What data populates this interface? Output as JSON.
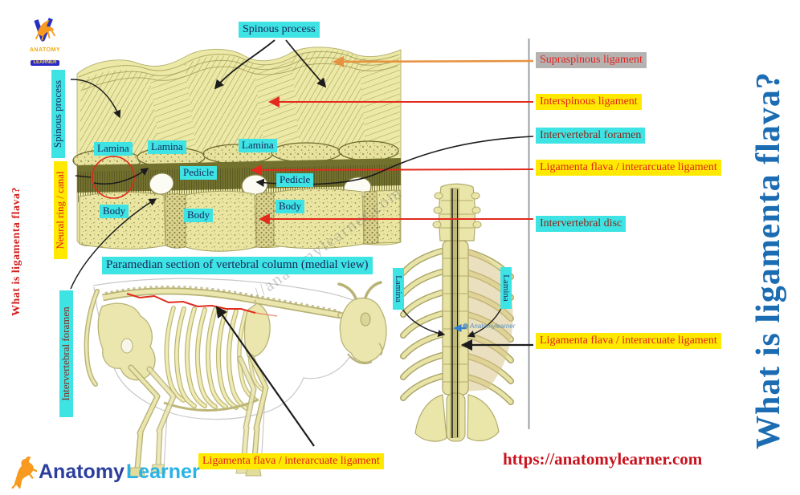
{
  "title": {
    "right_vertical": "What is ligamenta flava?",
    "left_vertical": "What is ligamenta flava?"
  },
  "logos": {
    "top_line1": "ANATOMY",
    "top_line2": "LEARNER",
    "bottom_part1": "Anatomy",
    "bottom_part2": "Learner"
  },
  "section_diagram": {
    "top_label": "Spinous process",
    "caption": "Paramedian section of vertebral column (medial view)",
    "lamina": "Lamina",
    "pedicle": "Pedicle",
    "body": "Body"
  },
  "left_rail": {
    "spinous_process": "Spinous process",
    "neural_ring_canal": "Neural ring / canal",
    "intervertebral_foramen": "Intervertebral foramen"
  },
  "right_rail": [
    {
      "text": "Supraspinous ligament",
      "bg": "#B5B2B2"
    },
    {
      "text": "Interspinous ligament",
      "bg": "#FFE900"
    },
    {
      "text": "Intervertebral foramen",
      "bg": "#3EE3E3"
    },
    {
      "text": "Ligamenta flava / interarcuate ligament",
      "bg": "#FFE900"
    },
    {
      "text": "Intervertebral disc",
      "bg": "#3EE3E3"
    },
    {
      "text": "Ligamenta flava / interarcuate ligament",
      "bg": "#FFE900"
    }
  ],
  "dorsal_diagram": {
    "lamina_left": "Lamina",
    "lamina_right": "Lamina",
    "watermark_small": "Anatomylearner"
  },
  "bottom": {
    "ligament_label": "Ligamenta flava / interarcuate ligament",
    "website": "https://anatomylearner.com"
  },
  "watermarks": {
    "diagonal": "://anatomylearner.com"
  },
  "colors": {
    "cyan_label_bg": "#3EE3E3",
    "yellow_label_bg": "#FFE900",
    "gray_label_bg": "#B5B2B2",
    "red_label_text": "#E32119",
    "maroon_label_text": "#8A281C",
    "navy_label_text": "#17255C",
    "title_blue": "#1B6CB2",
    "title_red": "#D31F1F",
    "url_red": "#C8131E",
    "logo_dark_blue": "#2B3E9E",
    "logo_light_blue": "#29B2E6",
    "logo_orange": "#F79A1F",
    "bone_fill": "#ECE9A6",
    "olive_dark": "#75732F",
    "arrow_orange": "#E8913F",
    "arrow_red": "#E4291D"
  }
}
